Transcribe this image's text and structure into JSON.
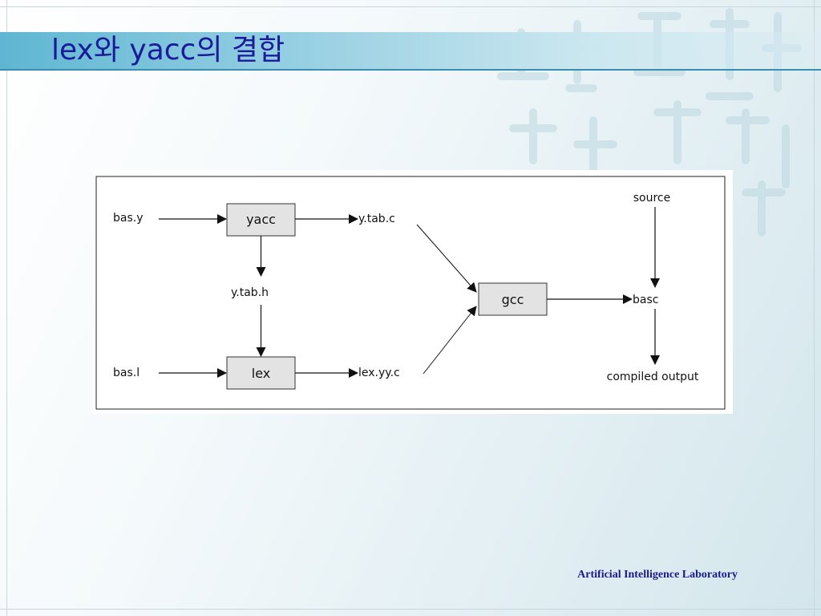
{
  "slide": {
    "title": "lex와 yacc의 결합",
    "footer": "Artificial Intelligence Laboratory"
  },
  "diagram": {
    "nodes": {
      "yacc": "yacc",
      "lex": "lex",
      "gcc": "gcc"
    },
    "labels": {
      "bas_y": "bas.y",
      "bas_l": "bas.l",
      "y_tab_c": "y.tab.c",
      "y_tab_h": "y.tab.h",
      "lex_yy_c": "lex.yy.c",
      "source": "source",
      "basc": "basc",
      "compiled_output": "compiled output"
    }
  },
  "decor": {
    "background_glyphs": "decorative-hanja-calligraphy"
  },
  "colors": {
    "title_text": "#1a1a9a",
    "title_band": "#5fb6d2",
    "footer_text": "#1a1a8a",
    "box_fill": "#e3e3e3"
  }
}
